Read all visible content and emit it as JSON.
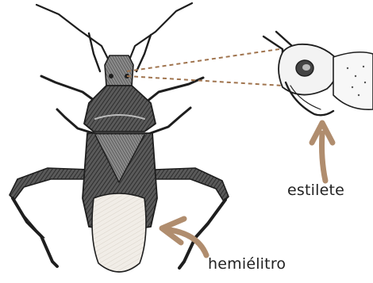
{
  "labels": {
    "estilete": "estilete",
    "hemielitro": "hemiélitro"
  },
  "colors": {
    "arrow": "#b08d6e",
    "leader_line": "#a0744e",
    "ink": "#1e1e1e",
    "wing": "#f1ede7"
  },
  "illustration": {
    "subject": "insect-dorsal-view",
    "inset": "head-detail"
  }
}
